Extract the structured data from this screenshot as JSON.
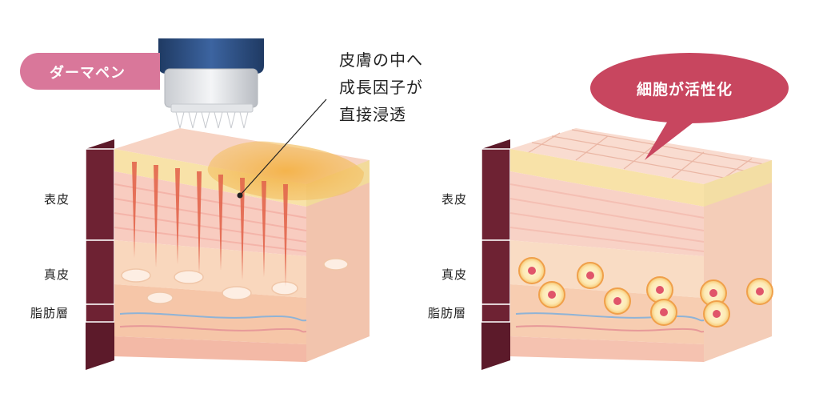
{
  "left_panel": {
    "tool_label": "ダーマペン",
    "callout_lines": [
      "皮膚の中へ",
      "成長因子が",
      "直接浸透"
    ],
    "layers": {
      "epidermis": "表皮",
      "dermis": "真皮",
      "fat": "脂肪層"
    }
  },
  "right_panel": {
    "bubble_label": "細胞が活性化",
    "layers": {
      "epidermis": "表皮",
      "dermis": "真皮",
      "fat": "脂肪層"
    }
  },
  "colors": {
    "pill_pink": "#d9779a",
    "bubble_red": "#c8465f",
    "layer_bar": "#6e2233",
    "skin_light": "#fbe1d4",
    "skin_mid": "#f6c9b1",
    "dermis": "#f7d2b8",
    "needle": "#e2664c",
    "serum": "#f3a531",
    "pen_body": "#2d4f80"
  }
}
